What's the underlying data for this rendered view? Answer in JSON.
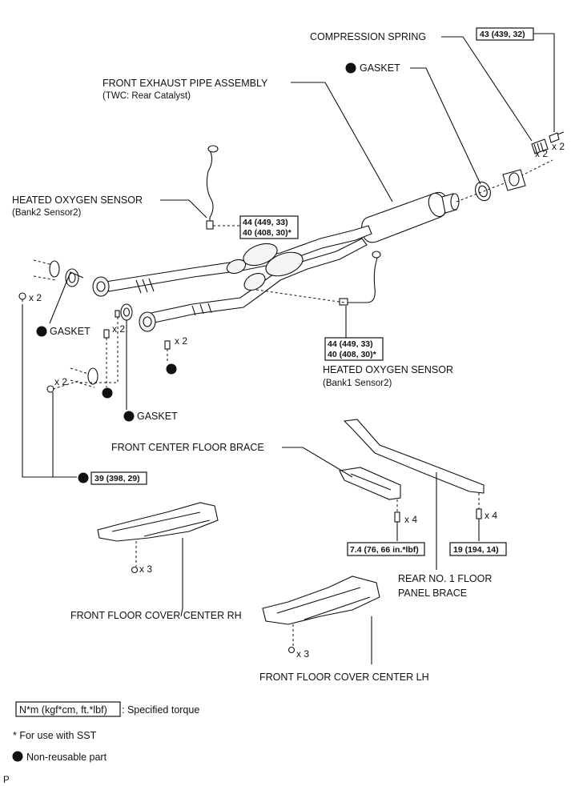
{
  "labels": {
    "compression_spring": "COMPRESSION SPRING",
    "gasket_top": "GASKET",
    "front_exhaust_pipe": "FRONT EXHAUST PIPE ASSEMBLY",
    "front_exhaust_pipe_sub": "(TWC: Rear Catalyst)",
    "ho2_bank2": "HEATED OXYGEN SENSOR",
    "ho2_bank2_sub": "(Bank2 Sensor2)",
    "ho2_bank1": "HEATED OXYGEN SENSOR",
    "ho2_bank1_sub": "(Bank1 Sensor2)",
    "gasket_left": "GASKET",
    "gasket_mid": "GASKET",
    "front_center_floor_brace": "FRONT CENTER FLOOR BRACE",
    "rear_floor_brace_1": "REAR NO. 1 FLOOR",
    "rear_floor_brace_2": "PANEL BRACE",
    "floor_cover_rh": "FRONT FLOOR COVER CENTER RH",
    "floor_cover_lh": "FRONT FLOOR COVER CENTER LH"
  },
  "torques": {
    "spring_bolt": "43 (439, 32)",
    "ho2_bank2_1": "44 (449, 33)",
    "ho2_bank2_2": "40 (408, 30)*",
    "ho2_bank1_1": "44 (449, 33)",
    "ho2_bank1_2": "40 (408, 30)*",
    "flange_nut": "39 (398, 29)",
    "center_brace": "7.4 (76, 66 in.*lbf)",
    "rear_brace": "19 (194, 14)"
  },
  "counts": {
    "spring": "x 2",
    "bolt": "x 2",
    "nut_left": "x 2",
    "stud_left": "x 2",
    "nut_lower": "x 2",
    "bolt_mid": "x 2",
    "center_brace": "x 4",
    "rear_brace": "x 4",
    "cover_rh": "x 3",
    "cover_lh": "x 3"
  },
  "legend": {
    "torque_box": "N*m (kgf*cm, ft.*lbf)",
    "torque_text": ": Specified torque",
    "sst_note": "* For use with SST",
    "non_reusable": "Non-reusable part"
  },
  "corner_mark": "P"
}
